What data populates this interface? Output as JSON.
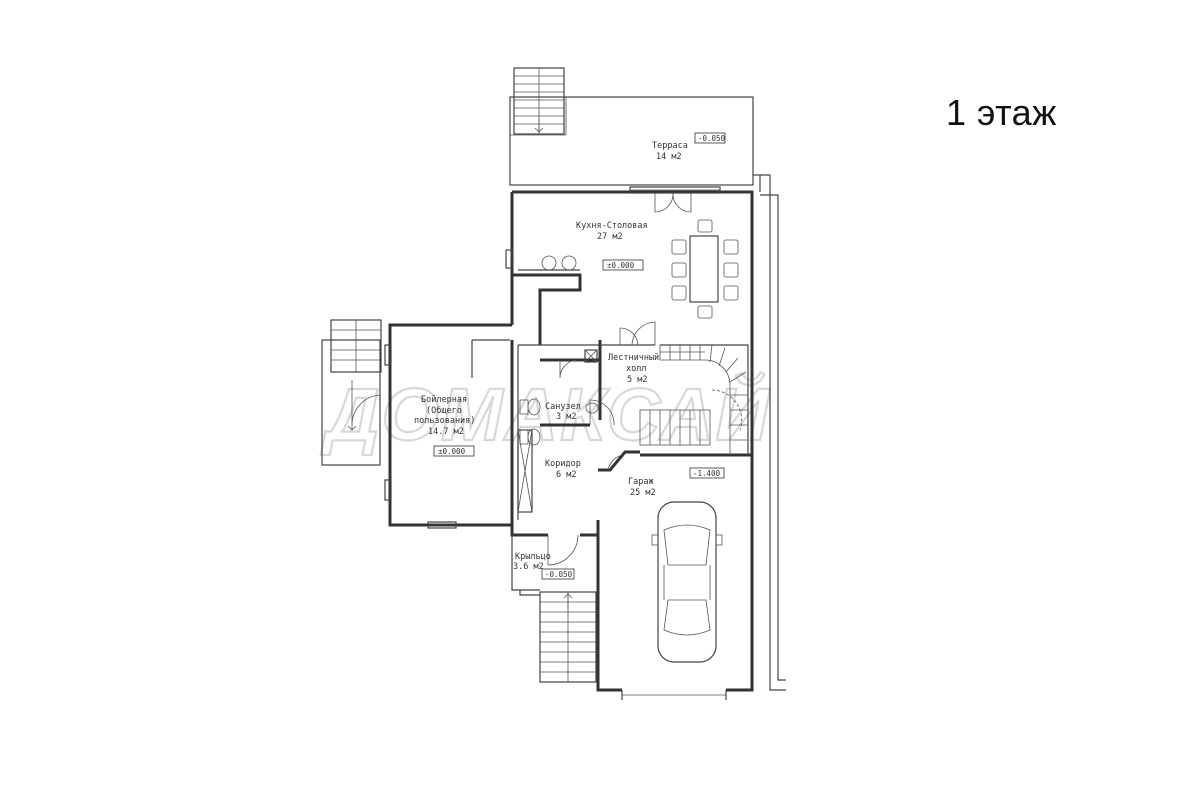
{
  "title": "1 этаж",
  "watermark": "ДОМАКСАЙ",
  "rooms": [
    {
      "id": "terrace",
      "name": "Терраса",
      "area": "14 м2",
      "level": "-0.050"
    },
    {
      "id": "kitchen",
      "name": "Кухня-Столовая",
      "area": "27 м2",
      "level": "±0.000"
    },
    {
      "id": "boiler",
      "name": "Бойлерная",
      "name2": "(Общего",
      "name3": "пользования)",
      "area": "14.7 м2",
      "level": "±0.000"
    },
    {
      "id": "bath",
      "name": "Санузел",
      "area": "3 м2"
    },
    {
      "id": "stairhall",
      "name": "Лестничный",
      "name2": "холл",
      "area": "5 м2"
    },
    {
      "id": "corridor",
      "name": "Коридор",
      "area": "6 м2"
    },
    {
      "id": "garage",
      "name": "Гараж",
      "area": "25 м2",
      "level": "-1.400"
    },
    {
      "id": "porch",
      "name": "Крыльцо",
      "area": "3.6 м2",
      "level": "-0.050"
    }
  ]
}
